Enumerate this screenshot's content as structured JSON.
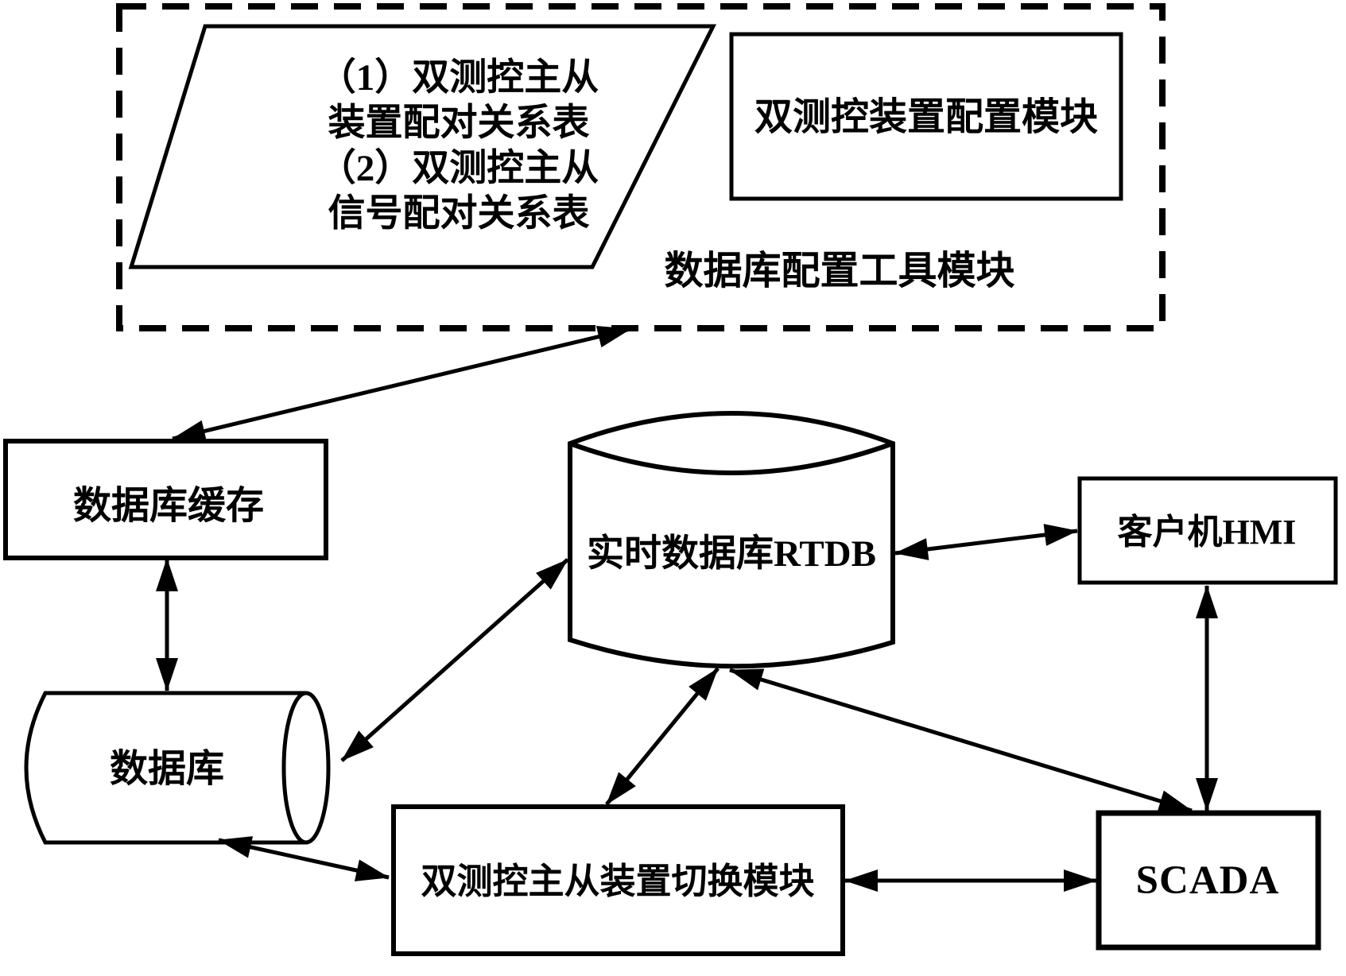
{
  "colors": {
    "background": "#ffffff",
    "line": "#000000"
  },
  "dashed_group": {
    "group_label": "数据库配置工具模块",
    "data_tables_parallelogram": {
      "lines": [
        "（1）双测控主从",
        "装置配对关系表",
        "（2）双测控主从",
        "信号配对关系表"
      ]
    },
    "config_module_box": {
      "label": "双测控装置配置模块"
    }
  },
  "nodes": {
    "db_cache_box": {
      "label": "数据库缓存"
    },
    "rtdb_cylinder": {
      "label": "实时数据库RTDB"
    },
    "hmi_box": {
      "label": "客户机HMI"
    },
    "database_cylinder": {
      "label": "数据库"
    },
    "switch_module_box": {
      "label": "双测控主从装置切换模块"
    },
    "scada_box": {
      "label": "SCADA"
    }
  },
  "connections": [
    {
      "from": "数据库配置工具模块",
      "to": "数据库缓存",
      "bidirectional": true
    },
    {
      "from": "数据库缓存",
      "to": "数据库",
      "bidirectional": true
    },
    {
      "from": "数据库",
      "to": "实时数据库RTDB",
      "bidirectional": true
    },
    {
      "from": "实时数据库RTDB",
      "to": "客户机HMI",
      "bidirectional": true
    },
    {
      "from": "客户机HMI",
      "to": "SCADA",
      "bidirectional": true
    },
    {
      "from": "实时数据库RTDB",
      "to": "SCADA",
      "bidirectional": true
    },
    {
      "from": "实时数据库RTDB",
      "to": "双测控主从装置切换模块",
      "bidirectional": true
    },
    {
      "from": "数据库",
      "to": "双测控主从装置切换模块",
      "bidirectional": true
    },
    {
      "from": "双测控主从装置切换模块",
      "to": "SCADA",
      "bidirectional": true
    }
  ]
}
